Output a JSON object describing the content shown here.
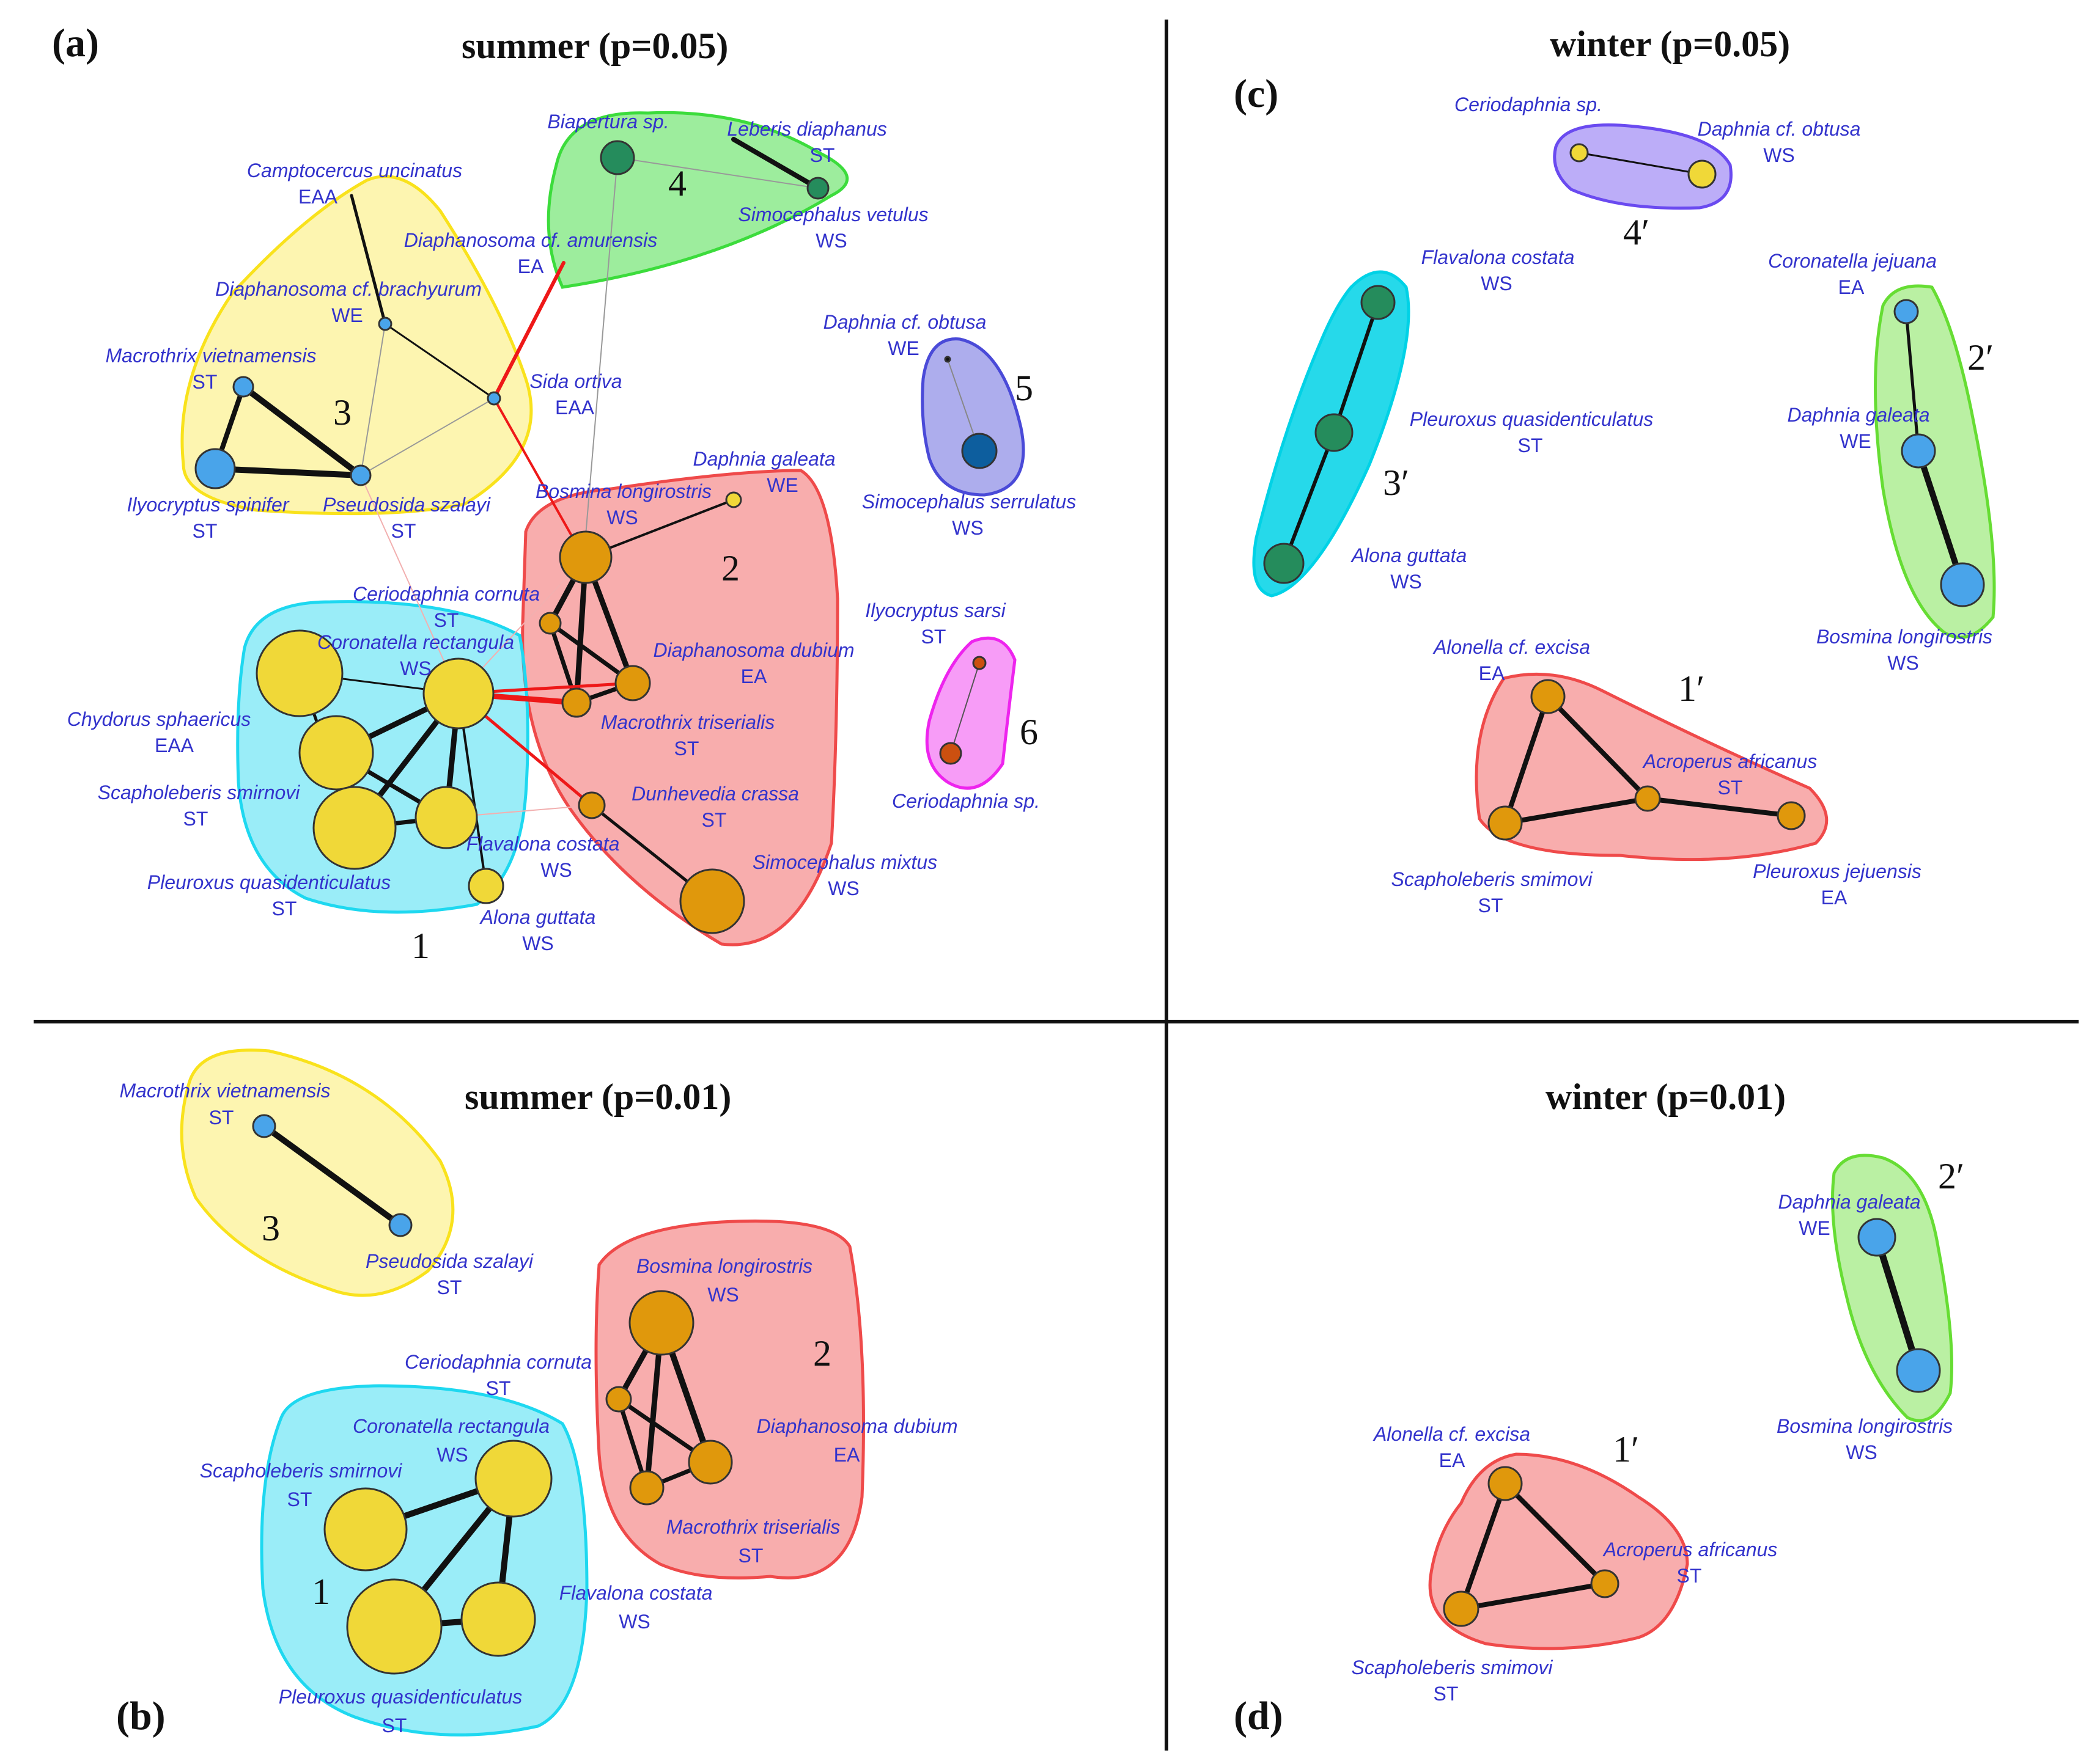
{
  "colors": {
    "c1": "#1ed8f0",
    "c2": "#ef4a4a",
    "c3": "#f9e21c",
    "c4": "#3cdc3c",
    "c5": "#4a4ad8",
    "c6": "#ee24ee",
    "c2w": "#66dd33",
    "c3w": "#00d2e6",
    "c4w": "#6a4af0",
    "yellow": "#f0d838",
    "orange": "#e0980c",
    "blue": "#49a4ea",
    "green": "#258c5c",
    "darkblue": "#0d5e9e",
    "rust": "#cc5010",
    "label": "#3333cc",
    "red_edge": "#ee1818"
  },
  "panels": {
    "a": {
      "letter": "(a)",
      "title": "summer (p=0.05)",
      "cluster_numbers": [
        "1",
        "2",
        "3",
        "4",
        "5",
        "6"
      ],
      "species": [
        {
          "name": "Camptocercus uncinatus",
          "code": "EAA"
        },
        {
          "name": "Diaphanosoma cf. brachyurum",
          "code": "WE"
        },
        {
          "name": "Macrothrix vietnamensis",
          "code": "ST"
        },
        {
          "name": "Ilyocryptus spinifer",
          "code": "ST"
        },
        {
          "name": "Pseudosida szalayi",
          "code": "ST"
        },
        {
          "name": "Biapertura sp.",
          "code": ""
        },
        {
          "name": "Leberis diaphanus",
          "code": "ST"
        },
        {
          "name": "Simocephalus vetulus",
          "code": "WS"
        },
        {
          "name": "Diaphanosoma cf. amurensis",
          "code": "EA"
        },
        {
          "name": "Sida ortiva",
          "code": "EAA"
        },
        {
          "name": "Daphnia cf. obtusa",
          "code": "WE"
        },
        {
          "name": "Simocephalus serrulatus",
          "code": "WS"
        },
        {
          "name": "Daphnia galeata",
          "code": "WE"
        },
        {
          "name": "Bosmina longirostris",
          "code": "WS"
        },
        {
          "name": "Ceriodaphnia cornuta",
          "code": "ST"
        },
        {
          "name": "Coronatella rectangula",
          "code": "WS"
        },
        {
          "name": "Diaphanosoma dubium",
          "code": "EA"
        },
        {
          "name": "Macrothrix triserialis",
          "code": "ST"
        },
        {
          "name": "Ilyocryptus sarsi",
          "code": "ST"
        },
        {
          "name": "Ceriodaphnia sp.",
          "code": ""
        },
        {
          "name": "Chydorus sphaericus",
          "code": "EAA"
        },
        {
          "name": "Scapholeberis smirnovi",
          "code": "ST"
        },
        {
          "name": "Dunhevedia crassa",
          "code": "ST"
        },
        {
          "name": "Flavalona costata",
          "code": "WS"
        },
        {
          "name": "Pleuroxus quasidenticulatus",
          "code": "ST"
        },
        {
          "name": "Alona guttata",
          "code": "WS"
        },
        {
          "name": "Simocephalus mixtus",
          "code": "WS"
        }
      ]
    },
    "b": {
      "letter": "(b)",
      "title": "summer (p=0.01)",
      "cluster_numbers": [
        "1",
        "2",
        "3"
      ],
      "species": [
        {
          "name": "Macrothrix vietnamensis",
          "code": "ST"
        },
        {
          "name": "Pseudosida szalayi",
          "code": "ST"
        },
        {
          "name": "Bosmina longirostris",
          "code": "WS"
        },
        {
          "name": "Ceriodaphnia cornuta",
          "code": "ST"
        },
        {
          "name": "Coronatella rectangula",
          "code": "WS"
        },
        {
          "name": "Scapholeberis smirnovi",
          "code": "ST"
        },
        {
          "name": "Diaphanosoma dubium",
          "code": "EA"
        },
        {
          "name": "Macrothrix triserialis",
          "code": "ST"
        },
        {
          "name": "Flavalona costata",
          "code": "WS"
        },
        {
          "name": "Pleuroxus quasidenticulatus",
          "code": "ST"
        }
      ]
    },
    "c": {
      "letter": "(c)",
      "title": "winter (p=0.05)",
      "cluster_numbers": [
        "1′",
        "2′",
        "3′",
        "4′"
      ],
      "species": [
        {
          "name": "Ceriodaphnia sp.",
          "code": ""
        },
        {
          "name": "Daphnia cf. obtusa",
          "code": "WS"
        },
        {
          "name": "Flavalona costata",
          "code": "WS"
        },
        {
          "name": "Coronatella jejuana",
          "code": "EA"
        },
        {
          "name": "Pleuroxus quasidenticulatus",
          "code": "ST"
        },
        {
          "name": "Daphnia galeata",
          "code": "WE"
        },
        {
          "name": "Alona guttata",
          "code": "WS"
        },
        {
          "name": "Bosmina longirostris",
          "code": "WS"
        },
        {
          "name": "Alonella cf. excisa",
          "code": "EA"
        },
        {
          "name": "Acroperus africanus",
          "code": "ST"
        },
        {
          "name": "Scapholeberis smimovi",
          "code": "ST"
        },
        {
          "name": "Pleuroxus jejuensis",
          "code": "EA"
        }
      ]
    },
    "d": {
      "letter": "(d)",
      "title": "winter (p=0.01)",
      "cluster_numbers": [
        "1′",
        "2′"
      ],
      "species": [
        {
          "name": "Daphnia galeata",
          "code": "WE"
        },
        {
          "name": "Bosmina longirostris",
          "code": "WS"
        },
        {
          "name": "Alonella cf. excisa",
          "code": "EA"
        },
        {
          "name": "Acroperus africanus",
          "code": "ST"
        },
        {
          "name": "Scapholeberis smimovi",
          "code": "ST"
        }
      ]
    }
  }
}
